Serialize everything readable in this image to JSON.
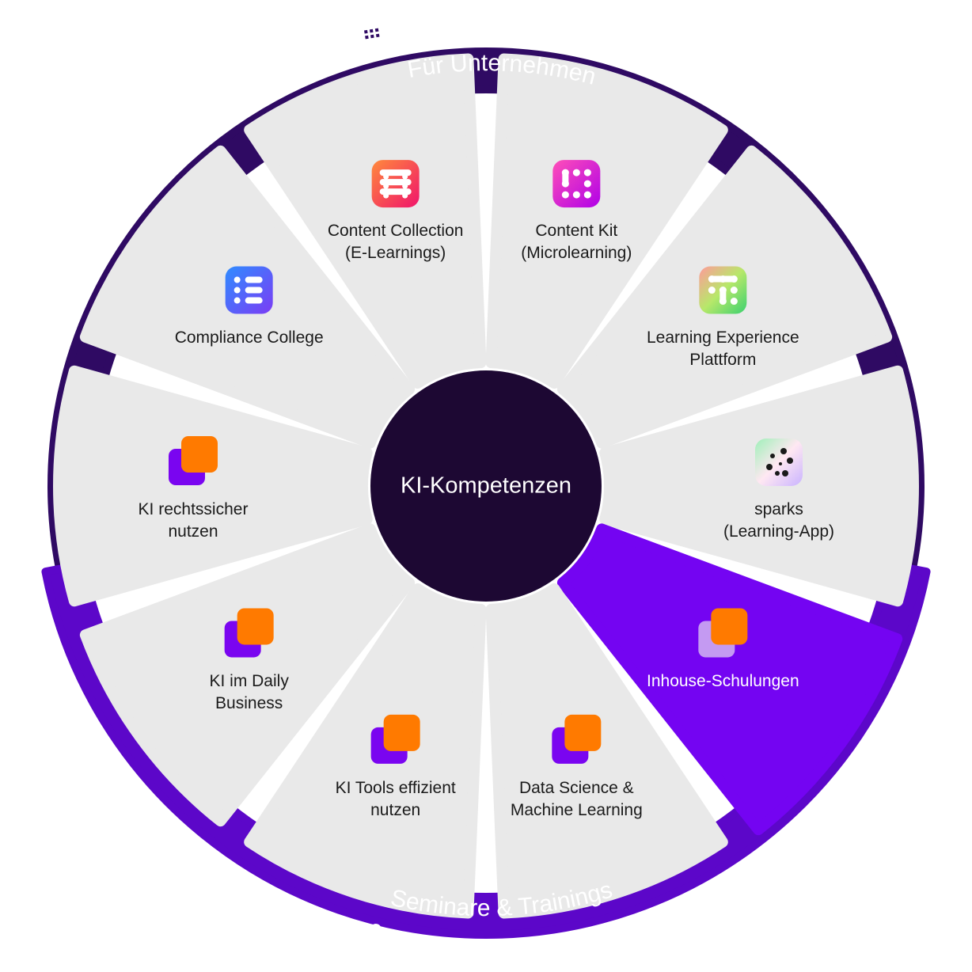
{
  "center": {
    "label": "KI-Kompetenzen"
  },
  "rings": {
    "top": {
      "label": "Für Unternehmen",
      "icon": "building-icon",
      "color": "#2f0a63"
    },
    "bottom": {
      "label": "Seminare & Trainings",
      "icon": "person-icon",
      "color": "#5c07c9"
    }
  },
  "segments": [
    {
      "id": "content-kit",
      "lines": [
        "Content Kit",
        "(Microlearning)"
      ],
      "icon": "content-kit-app-icon"
    },
    {
      "id": "lxp",
      "lines": [
        "Learning Experience",
        "Plattform"
      ],
      "icon": "lxp-app-icon"
    },
    {
      "id": "sparks",
      "lines": [
        "sparks",
        "(Learning-App)"
      ],
      "icon": "sparks-app-icon"
    },
    {
      "id": "inhouse",
      "lines": [
        "Inhouse-Schulungen"
      ],
      "icon": "seminar-squares-icon",
      "active": true
    },
    {
      "id": "data-science",
      "lines": [
        "Data Science &",
        "Machine Learning"
      ],
      "icon": "seminar-squares-icon"
    },
    {
      "id": "ki-tools",
      "lines": [
        "KI Tools effizient",
        "nutzen"
      ],
      "icon": "seminar-squares-icon"
    },
    {
      "id": "ki-daily",
      "lines": [
        "KI im Daily",
        "Business"
      ],
      "icon": "seminar-squares-icon"
    },
    {
      "id": "ki-recht",
      "lines": [
        "KI rechtssicher",
        "nutzen"
      ],
      "icon": "seminar-squares-icon"
    },
    {
      "id": "compliance",
      "lines": [
        "Compliance College"
      ],
      "icon": "compliance-app-icon"
    },
    {
      "id": "content-collection",
      "lines": [
        "Content Collection",
        "(E-Learnings)"
      ],
      "icon": "content-collection-app-icon"
    }
  ],
  "colors": {
    "segment_fill": "#e9e9e9",
    "active_fill": "#7404f2",
    "center_fill": "#1d0833",
    "square_orange": "#ff7a00",
    "square_purple": "#7a05f0",
    "square_lilac": "#c49af2"
  }
}
